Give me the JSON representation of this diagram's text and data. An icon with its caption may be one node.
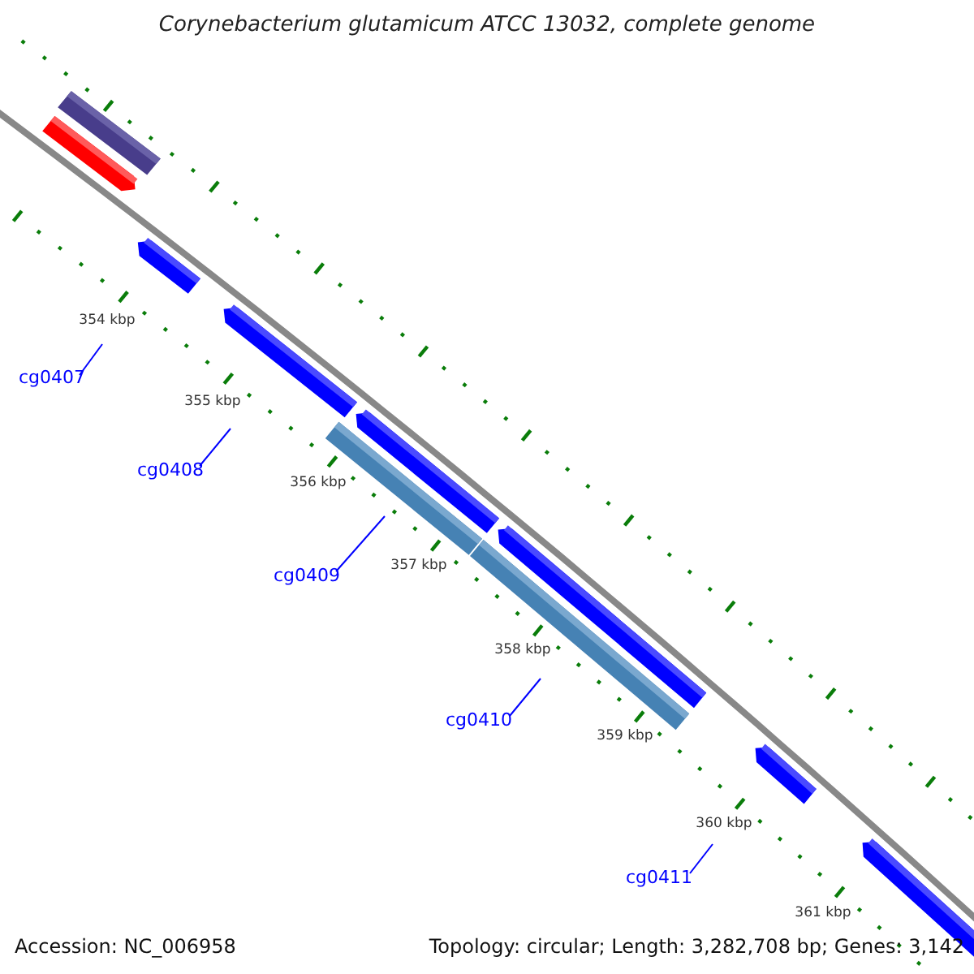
{
  "diagram": {
    "title": "Corynebacterium glutamicum ATCC 13032, complete genome",
    "nodes": [
      {
        "text": [
          "cg0407"
        ]
      },
      {
        "text": [
          "cg0408"
        ]
      },
      {
        "text": [
          "cg0409"
        ]
      },
      {
        "text": [
          "cg0410"
        ]
      },
      {
        "text": [
          "cg0411"
        ]
      }
    ],
    "edges": [
      {
        "from": 0,
        "to": null,
        "arrow": "none"
      },
      {
        "from": 1,
        "to": null,
        "arrow": "none"
      },
      {
        "from": 2,
        "to": null,
        "arrow": "none"
      },
      {
        "from": 3,
        "to": null,
        "arrow": "none"
      },
      {
        "from": 4,
        "to": null,
        "arrow": "none"
      }
    ],
    "labels": [
      "354 kbp",
      "355 kbp",
      "356 kbp",
      "357 kbp",
      "358 kbp",
      "359 kbp",
      "360 kbp",
      "361 kbp",
      "Accession: NC_006958",
      "Topology: circular; Length: 3,282,708 bp; Genes: 3,142"
    ]
  }
}
